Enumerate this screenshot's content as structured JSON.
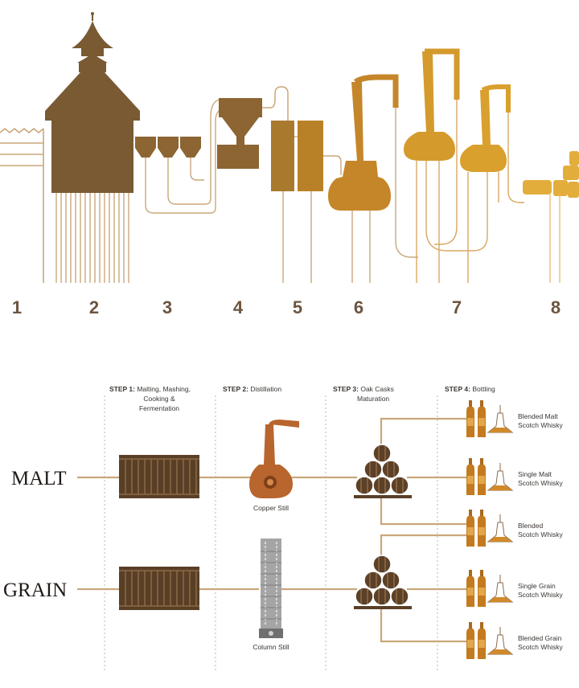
{
  "process_steps": [
    "1",
    "2",
    "3",
    "4",
    "5",
    "6",
    "7",
    "8"
  ],
  "rows": {
    "malt": "MALT",
    "grain": "GRAIN"
  },
  "step_headers": [
    {
      "bold": "STEP 1:",
      "lines": [
        " Malting, Mashing,",
        "Cooking &",
        "Fermentation"
      ]
    },
    {
      "bold": "STEP 2:",
      "lines": [
        " Distillation"
      ]
    },
    {
      "bold": "STEP 3:",
      "lines": [
        " Oak Casks",
        "Maturation"
      ]
    },
    {
      "bold": "STEP 4:",
      "lines": [
        " Bottling"
      ]
    }
  ],
  "stills": {
    "copper": "Copper Still",
    "column": "Column Still"
  },
  "products": [
    [
      "Blended Malt",
      "Scotch Whisky"
    ],
    [
      "Single Malt",
      "Scotch Whisky"
    ],
    [
      "Blended",
      "Scotch Whisky"
    ],
    [
      "Single Grain",
      "Scotch Whisky"
    ],
    [
      "Blended Grain",
      "Scotch Whisky"
    ]
  ],
  "colors": {
    "dark_brown": "#7a5a33",
    "mid_brown": "#9c6f2e",
    "amber": "#c5862a",
    "gold": "#d9a02e",
    "line": "#c9a77a",
    "copper": "#b8652e",
    "grey": "#9a9a9a"
  }
}
